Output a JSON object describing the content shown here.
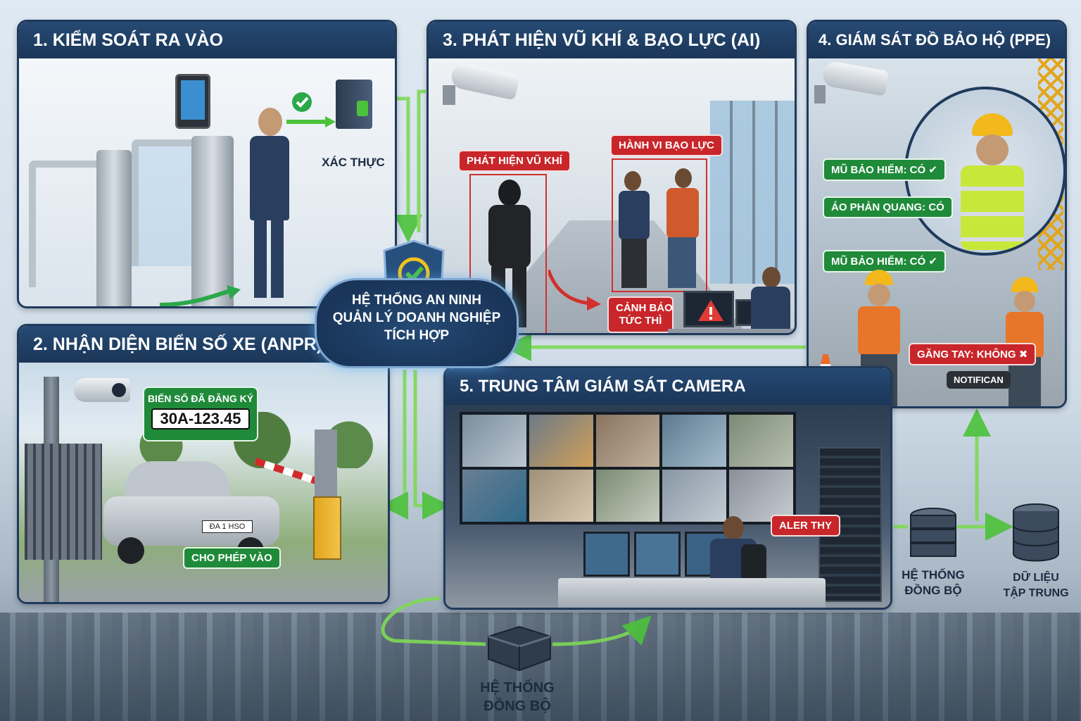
{
  "panels": {
    "p1": {
      "title": "1. KIỂM SOÁT RA VÀO",
      "auth_label": "XÁC THỰC"
    },
    "p2": {
      "title": "2. NHẬN DIỆN BIỂN SỐ XE (ANPR)",
      "plate_caption": "BIẾN SỐ ĐÃ ĐĂNG KÝ",
      "plate_number": "30A-123.45",
      "car_plate": "ĐA 1 HSO",
      "allow_label": "CHO PHÉP VÀO"
    },
    "p3": {
      "title": "3. PHÁT HIỆN VŨ KHÍ & BẠO LỰC (AI)",
      "weapon_label": "PHÁT HIỆN VŨ KHÍ",
      "violence_label": "HÀNH VI BẠO LỰC",
      "alert_line1": "CẢNH BÁO",
      "alert_line2": "TỨC THÌ"
    },
    "p4": {
      "title": "4. GIÁM SÁT ĐỒ BẢO HỘ (PPE)",
      "helmet_label_1": "MŨ BẢO HIỂM: CÓ",
      "vest_label": "ÁO PHẢN QUANG: CÓ",
      "helmet_label_2": "MŨ BẢO HIỂM: CÓ",
      "gloves_label": "GĂNG TAY: KHÔNG",
      "notice_label": "NOTIFICAN"
    },
    "p5": {
      "title": "5. TRUNG TÂM GIÁM SÁT CAMERA",
      "alert_label": "ALER THY"
    }
  },
  "center": {
    "line1": "HỆ THỐNG AN NINH",
    "line2": "QUẢN LÝ DOANH NGHIỆP",
    "line3": "TÍCH HỢP"
  },
  "nodes": {
    "sync_right_line1": "HỆ THỐNG",
    "sync_right_line2": "ĐỒNG BỘ",
    "data_line1": "DỮ LIỆU",
    "data_line2": "TẬP TRUNG",
    "sync_bottom_line1": "HỆ THỐNG",
    "sync_bottom_line2": "ĐỒNG BỘ"
  },
  "colors": {
    "navy": "#1f3a5c",
    "green": "#1f8a3a",
    "red": "#c8262a",
    "flow": "#7ed957"
  }
}
